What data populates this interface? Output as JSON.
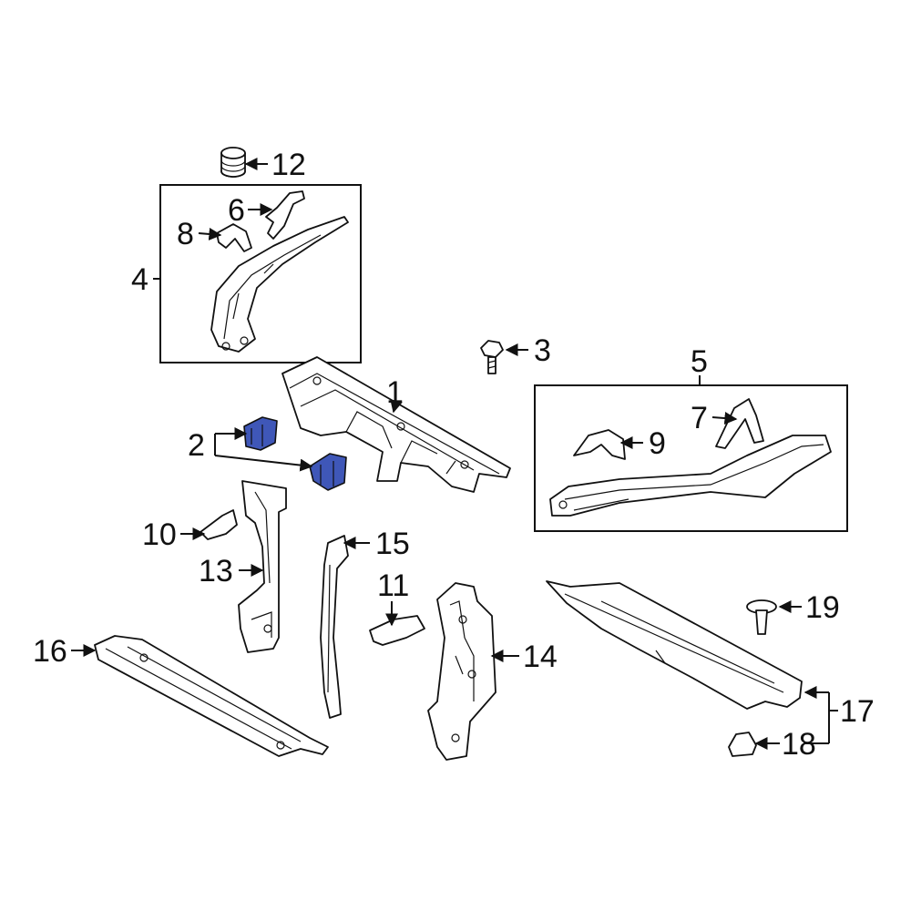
{
  "diagram": {
    "highlight_color": "#3f57b8",
    "line_color": "#111111",
    "background": "#ffffff",
    "callouts": {
      "c1": "1",
      "c2": "2",
      "c3": "3",
      "c4": "4",
      "c5": "5",
      "c6": "6",
      "c7": "7",
      "c8": "8",
      "c9": "9",
      "c10": "10",
      "c11": "11",
      "c12": "12",
      "c13": "13",
      "c14": "14",
      "c15": "15",
      "c16": "16",
      "c17": "17",
      "c18": "18",
      "c19": "19"
    },
    "highlighted_part": "2"
  }
}
